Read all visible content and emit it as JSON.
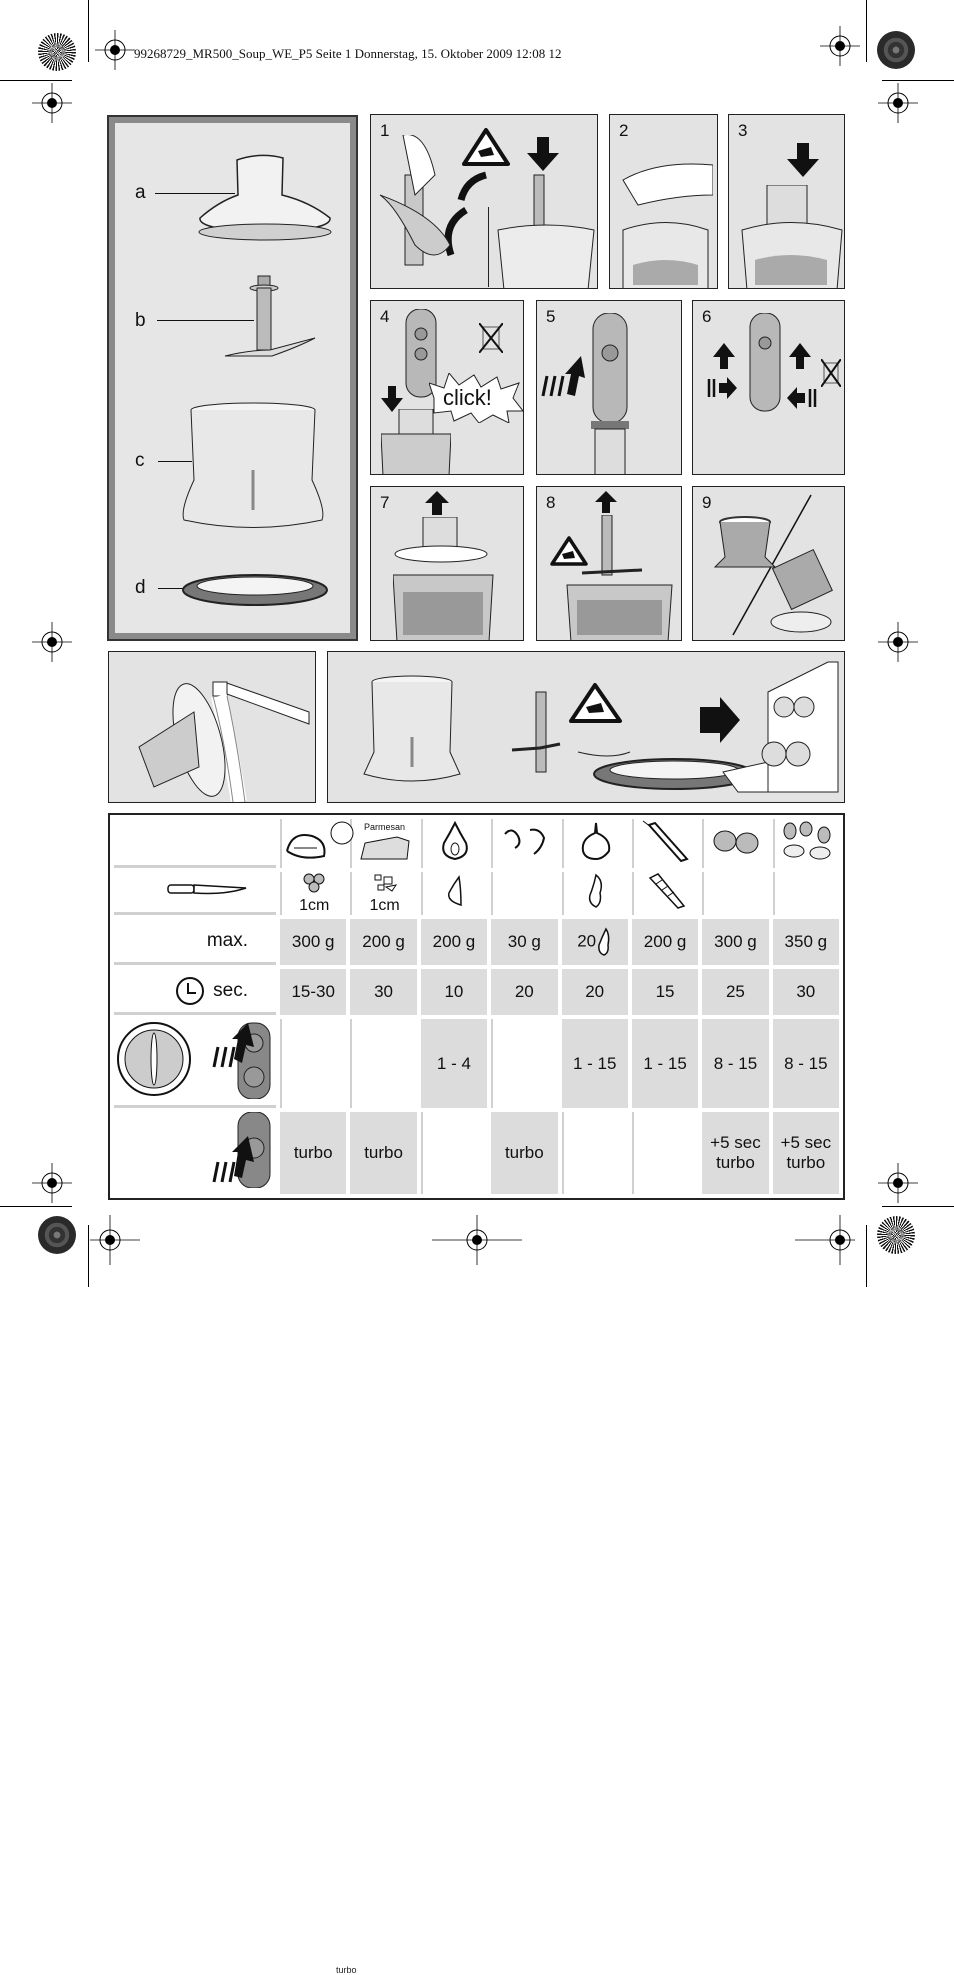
{
  "header": {
    "print_slug": "99268729_MR500_Soup_WE_P5  Seite 1  Donnerstag, 15. Oktober 2009  12:08 12"
  },
  "parts_panel": {
    "items": [
      {
        "label": "a",
        "part": "chopper-lid"
      },
      {
        "label": "b",
        "part": "chopper-blade"
      },
      {
        "label": "c",
        "part": "chopper-bowl"
      },
      {
        "label": "d",
        "part": "anti-slip-base"
      }
    ]
  },
  "steps": [
    {
      "num": "1",
      "desc": "remove blade cover, insert blade onto pin",
      "icon": "warning-sharp-blade-icon"
    },
    {
      "num": "2",
      "desc": "fill ingredients into bowl"
    },
    {
      "num": "3",
      "desc": "place lid onto bowl"
    },
    {
      "num": "4",
      "desc": "attach motor part",
      "callout": "click!"
    },
    {
      "num": "5",
      "desc": "plug in and press switch"
    },
    {
      "num": "6",
      "desc": "unplug, press release buttons and detach motor"
    },
    {
      "num": "7",
      "desc": "remove lid"
    },
    {
      "num": "8",
      "desc": "remove blade carefully",
      "icon": "warning-sharp-blade-icon"
    },
    {
      "num": "9",
      "desc": "empty bowl or use with base"
    }
  ],
  "cleaning": {
    "rinse_panel": "rinse lid under tap",
    "dishwasher_panel": "bowl, blade and base are dishwasher safe"
  },
  "table": {
    "columns": [
      {
        "ingredient": "meat",
        "label": "",
        "cut_label": "1cm",
        "max": "300 g",
        "sec": "15-30",
        "pulse": "",
        "turbo": "turbo"
      },
      {
        "ingredient": "cheese",
        "label": "Parmesan",
        "cut_label": "1cm",
        "max": "200 g",
        "sec": "30",
        "pulse": "",
        "turbo": "turbo"
      },
      {
        "ingredient": "onion",
        "label": "",
        "cut_label": "",
        "max": "200 g",
        "sec": "10",
        "pulse": "1 - 4",
        "turbo": ""
      },
      {
        "ingredient": "herbs",
        "label": "",
        "cut_label": "",
        "max": "30 g",
        "sec": "20",
        "pulse": "",
        "turbo": "turbo"
      },
      {
        "ingredient": "garlic",
        "label": "",
        "cut_label": "",
        "max": "20",
        "sec": "20",
        "pulse": "1 - 15",
        "turbo": ""
      },
      {
        "ingredient": "carrot",
        "label": "",
        "cut_label": "",
        "max": "200 g",
        "sec": "15",
        "pulse": "1 - 15",
        "turbo": ""
      },
      {
        "ingredient": "nuts",
        "label": "",
        "cut_label": "",
        "max": "300 g",
        "sec": "25",
        "pulse": "8 - 15",
        "turbo": "+5 sec turbo"
      },
      {
        "ingredient": "almonds",
        "label": "",
        "cut_label": "",
        "max": "350 g",
        "sec": "30",
        "pulse": "8 - 15",
        "turbo": "+5 sec turbo"
      }
    ],
    "row_labels": {
      "max": "max.",
      "sec": "sec.",
      "turbo_button_text": "turbo"
    },
    "turbo_lines": [
      [
        "turbo",
        ""
      ],
      [
        "turbo",
        ""
      ],
      [
        "",
        ""
      ],
      [
        "turbo",
        ""
      ],
      [
        "",
        ""
      ],
      [
        "",
        ""
      ],
      [
        "+5 sec",
        "turbo"
      ],
      [
        "+5 sec",
        "turbo"
      ]
    ]
  },
  "colors": {
    "panel_bg": "#e3e3e3",
    "cell_gray": "#dcdcdc",
    "frame": "#222222"
  }
}
